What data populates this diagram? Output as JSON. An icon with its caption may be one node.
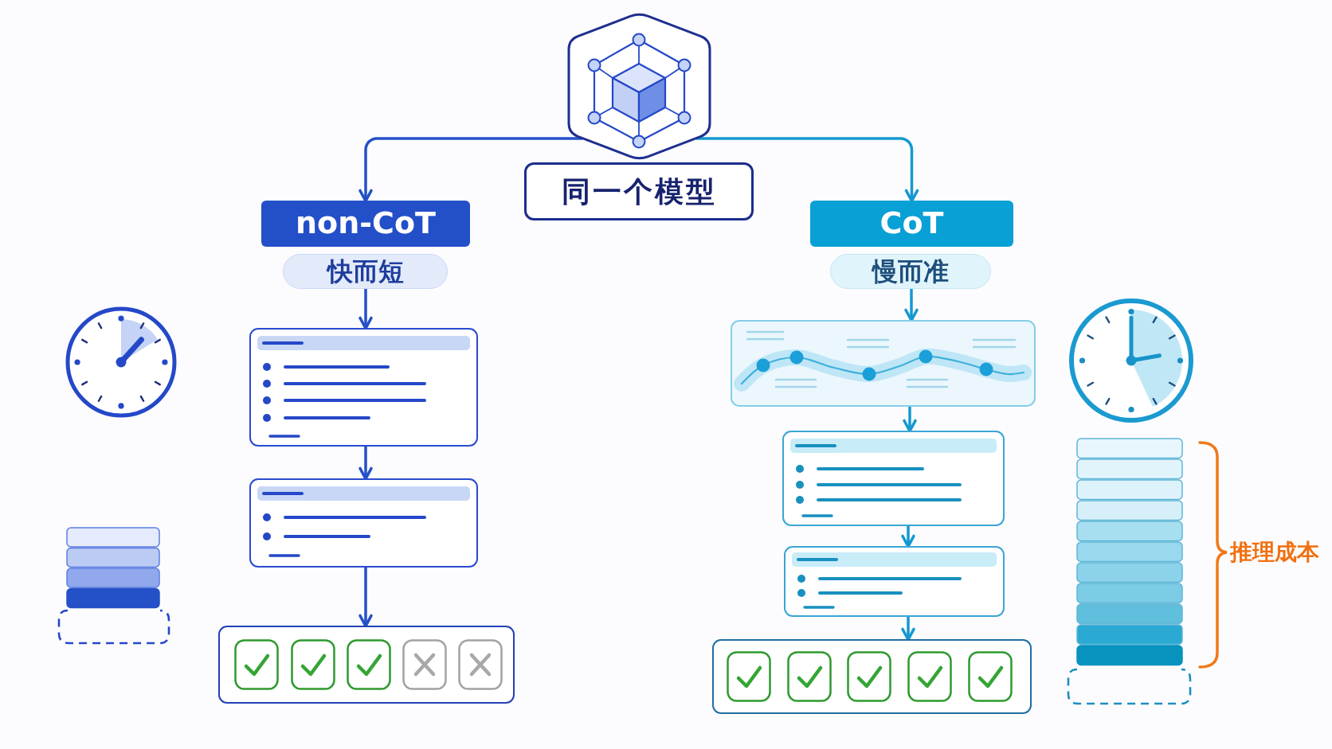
{
  "diagram": {
    "nodes": [
      {
        "text": [],
        "shape": "hexagon"
      },
      {
        "text": [
          "同一个模型"
        ]
      },
      {
        "text": [
          "non-CoT"
        ]
      },
      {
        "text": [
          "快而短"
        ]
      },
      {
        "text": [
          "CoT"
        ]
      },
      {
        "text": [
          "慢而准"
        ]
      },
      {
        "text": [],
        "shape": "box"
      },
      {
        "text": [],
        "shape": "box"
      },
      {
        "text": [],
        "shape": "box"
      },
      {
        "text": [],
        "shape": "box"
      },
      {
        "text": [],
        "shape": "box"
      },
      {
        "text": [],
        "shape": "box"
      },
      {
        "text": [],
        "shape": "box"
      }
    ],
    "edges": [
      {
        "from": 0,
        "to": 2,
        "arrow": "to",
        "color": "#2450c8"
      },
      {
        "from": 0,
        "to": 4,
        "arrow": "to"
      },
      {
        "from": 3,
        "to": 6,
        "arrow": "to",
        "color": "#2450c8"
      },
      {
        "from": 6,
        "to": 7,
        "arrow": "to",
        "color": "#2450c8"
      },
      {
        "from": 7,
        "to": 8,
        "arrow": "to",
        "color": "#2450c8"
      },
      {
        "from": 5,
        "to": 9,
        "arrow": "to"
      },
      {
        "from": 9,
        "to": 10,
        "arrow": "to"
      },
      {
        "from": 10,
        "to": 11,
        "arrow": "to"
      },
      {
        "from": 11,
        "to": 12,
        "arrow": "to"
      }
    ],
    "labels": [
      "推理成本"
    ]
  }
}
